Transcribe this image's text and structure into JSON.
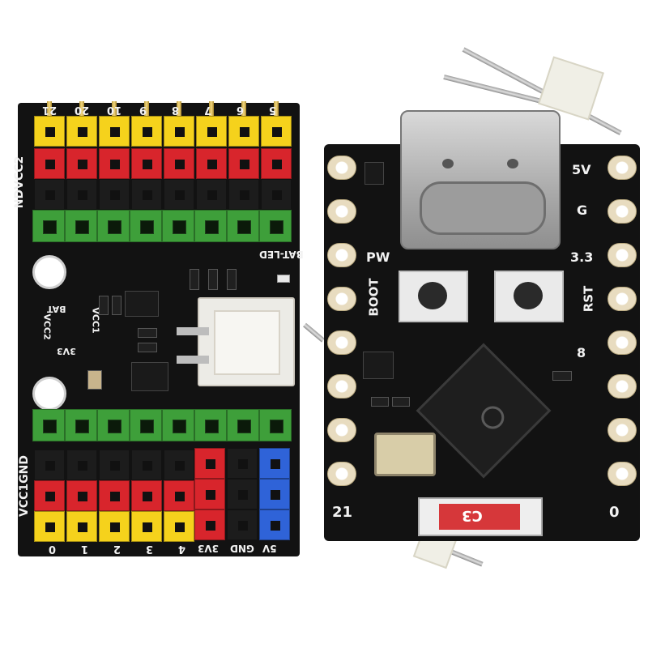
{
  "left_board": {
    "top_labels": [
      "21",
      "20",
      "10",
      "9",
      "8",
      "7",
      "6",
      "5"
    ],
    "side_label_top": "NDVCC2",
    "side_label_bottom": "VCC1GND",
    "bat_led": "BAT-LED",
    "left_labels": [
      "BAT",
      "VCC2",
      "VCC1",
      "3V3"
    ],
    "bottom_labels": [
      "0",
      "1",
      "2",
      "3",
      "4"
    ],
    "bottom_right_labels": [
      "3V3",
      "GND",
      "5V"
    ]
  },
  "right_board": {
    "top_right_labels": [
      "5V",
      "G",
      "3.3"
    ],
    "pw": "PW",
    "boot": "BOOT",
    "rst": "RST",
    "pin8": "8",
    "corner_left": "21",
    "corner_right": "0",
    "model_label": "C3"
  },
  "colors": {
    "pcb": "#121212",
    "yellow": "#f5d21c",
    "red": "#d8252c",
    "black_header": "#1c1c1c",
    "blue": "#2f63d8",
    "green_terminal": "#3e9f3a",
    "pad_gold": "#e8dcc0"
  }
}
